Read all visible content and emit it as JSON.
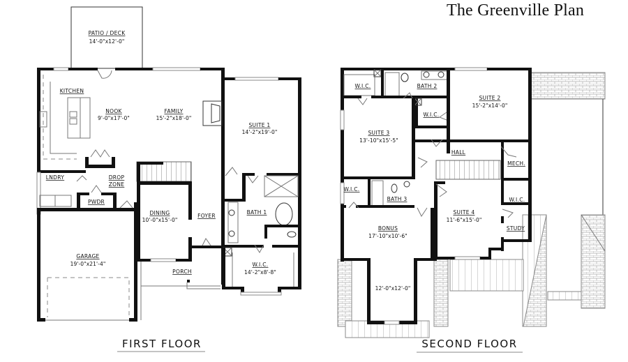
{
  "title": "The Greenville Plan",
  "first_floor": {
    "label": "FIRST FLOOR",
    "rooms": [
      {
        "name": "PATIO / DECK",
        "dims": "14'-0\"x12'-0\""
      },
      {
        "name": "KITCHEN",
        "dims": ""
      },
      {
        "name": "NOOK",
        "dims": "9'-0\"x17'-0\""
      },
      {
        "name": "FAMILY",
        "dims": "15'-2\"x18'-0\""
      },
      {
        "name": "SUITE 1",
        "dims": "14'-2\"x19'-0\""
      },
      {
        "name": "LNDRY",
        "dims": ""
      },
      {
        "name": "DROP",
        "dims": "ZONE"
      },
      {
        "name": "PWDR",
        "dims": ""
      },
      {
        "name": "DINING",
        "dims": "10'-0\"x15'-0\""
      },
      {
        "name": "FOYER",
        "dims": ""
      },
      {
        "name": "BATH 1",
        "dims": ""
      },
      {
        "name": "GARAGE",
        "dims": "19'-0\"x21'-4\""
      },
      {
        "name": "PORCH",
        "dims": ""
      },
      {
        "name": "W.I.C.",
        "dims": "14'-2\"x8'-8\""
      }
    ]
  },
  "second_floor": {
    "label": "SECOND FLOOR",
    "rooms": [
      {
        "name": "W.I.C.",
        "dims": ""
      },
      {
        "name": "BATH 2",
        "dims": ""
      },
      {
        "name": "SUITE 2",
        "dims": "15'-2\"x14'-0\""
      },
      {
        "name": "W.I.C.",
        "dims": ""
      },
      {
        "name": "SUITE 3",
        "dims": "13'-10\"x15'-5\""
      },
      {
        "name": "HALL",
        "dims": ""
      },
      {
        "name": "MECH.",
        "dims": ""
      },
      {
        "name": "W.I.C.",
        "dims": ""
      },
      {
        "name": "BATH 3",
        "dims": ""
      },
      {
        "name": "SUITE 4",
        "dims": "11'-6\"x15'-0\""
      },
      {
        "name": "W.I.C.",
        "dims": ""
      },
      {
        "name": "STUDY",
        "dims": ""
      },
      {
        "name": "BONUS",
        "dims": "17'-10\"x10'-6\""
      },
      {
        "name": "",
        "dims": "12'-0\"x12'-0\""
      }
    ]
  }
}
